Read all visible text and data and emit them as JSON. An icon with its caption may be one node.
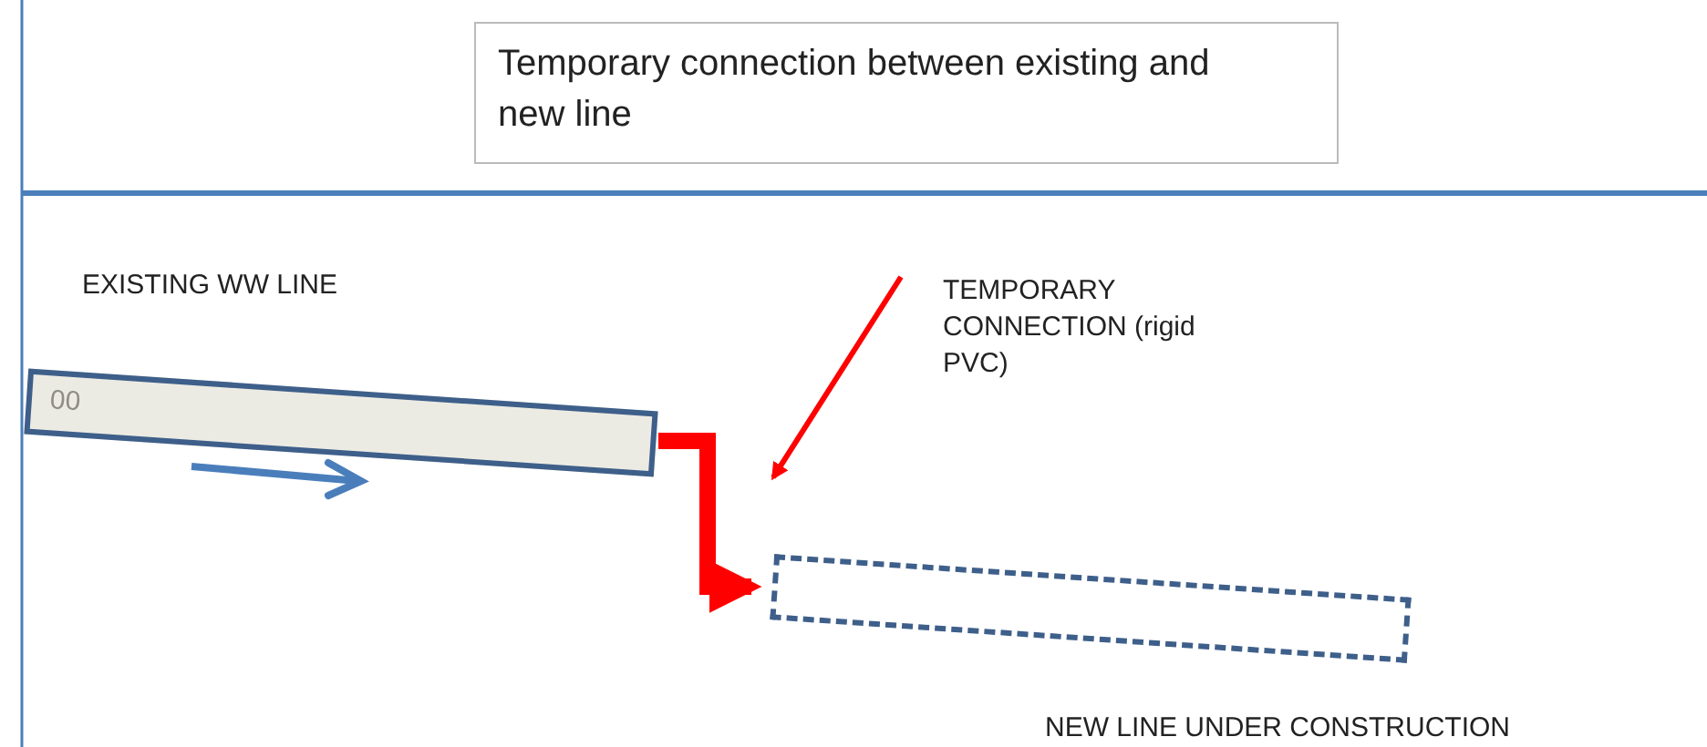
{
  "diagram": {
    "title": "Temporary connection between existing and new line",
    "nodes": [
      {
        "text": [
          "00"
        ],
        "beside": [
          "EXISTING WW LINE"
        ]
      },
      {
        "text": [],
        "shape": "box",
        "beside": [
          "NEW LINE UNDER CONSTRUCTION"
        ]
      },
      {
        "text": [
          "TEMPORARY CONNECTION (rigid PVC)"
        ]
      }
    ],
    "edges": [
      {
        "from": 0,
        "to": 1,
        "arrow": "to",
        "style": "thick",
        "color": "#ff0000"
      },
      {
        "from": 2,
        "to": null,
        "arrow": "to",
        "color": "#ff0000"
      }
    ]
  }
}
